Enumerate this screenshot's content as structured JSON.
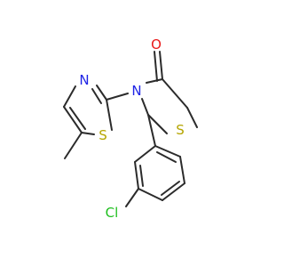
{
  "atoms": {
    "sulfur_thiazolidine": {
      "symbol": "S",
      "color": "#b5a500"
    },
    "nitrogen_thiazolidine": {
      "symbol": "N",
      "color": "#1f24e6"
    },
    "oxygen_carbonyl": {
      "symbol": "O",
      "color": "#e81818"
    },
    "nitrogen_thiazole": {
      "symbol": "N",
      "color": "#1f24e6"
    },
    "sulfur_thiazole": {
      "symbol": "S",
      "color": "#b5a500"
    },
    "chlorine": {
      "symbol": "Cl",
      "color": "#1fbf1f"
    }
  },
  "bond_color": "#2b2b2b",
  "background_color": "#ffffff"
}
